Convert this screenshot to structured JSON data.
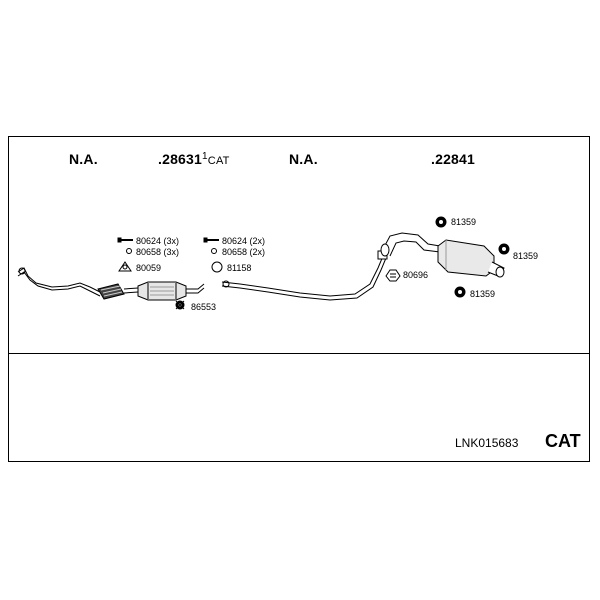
{
  "headers": {
    "col1": "N.A.",
    "col2_part": ".28631",
    "col2_mark": "1",
    "col2_suffix": "CAT",
    "col3": "N.A.",
    "col4": ".22841"
  },
  "part_labels": {
    "p80624_3x": "80624 (3x)",
    "p80658_3x": "80658 (3x)",
    "p80059": "80059",
    "p80624_2x": "80624 (2x)",
    "p80658_2x": "80658 (2x)",
    "p81158": "81158",
    "p86553": "86553",
    "p80696": "80696",
    "p81359_top": "81359",
    "p81359_right": "81359",
    "p81359_bottom": "81359"
  },
  "footer": {
    "code": "LNK015683",
    "cat": "CAT"
  }
}
